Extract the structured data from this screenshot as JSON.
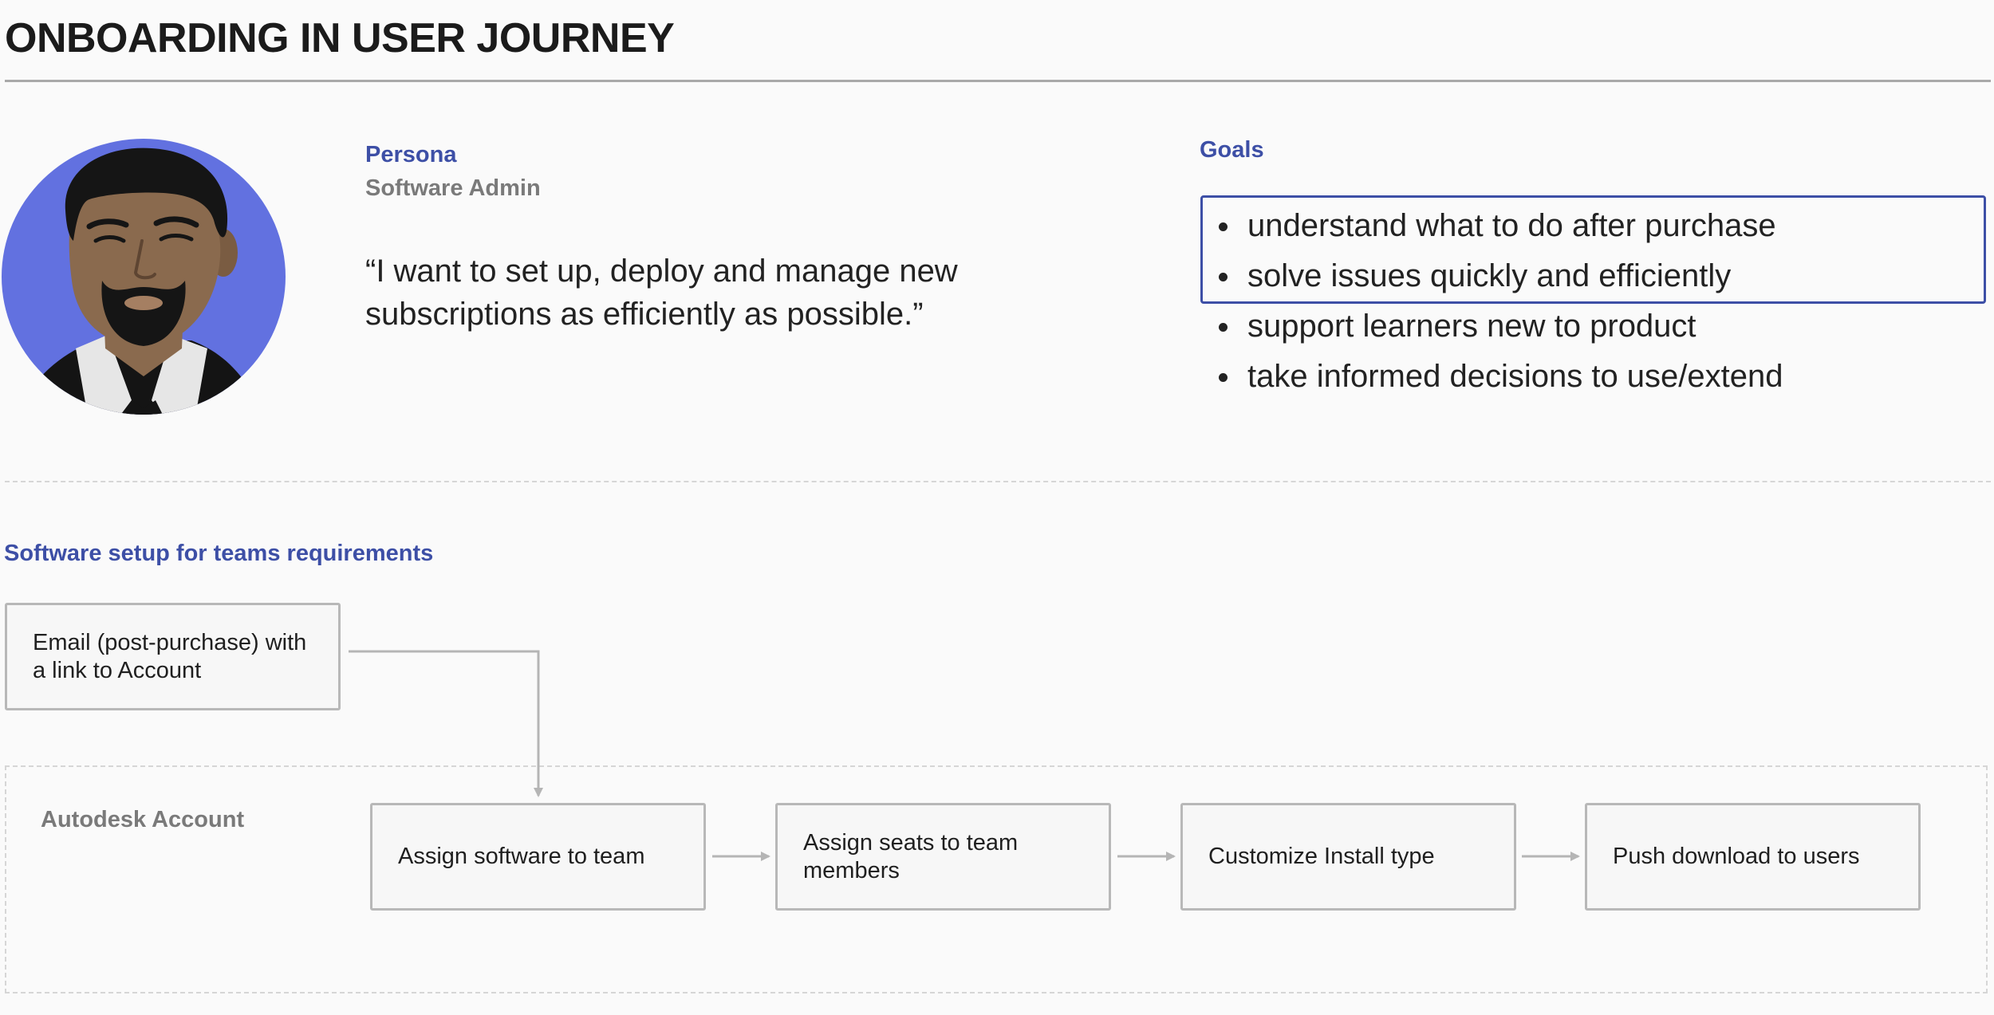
{
  "header": {
    "title": "ONBOARDING IN USER JOURNEY"
  },
  "persona": {
    "label": "Persona",
    "role": "Software Admin",
    "quote": "“I want to set up, deploy and manage new subscriptions as efficiently as possible.”",
    "avatar_icon": "persona-avatar-illustration",
    "avatar_bg": "#6271e0"
  },
  "goals": {
    "label": "Goals",
    "items": [
      "understand what to do after purchase",
      "solve issues quickly and efficiently",
      "support learners new to product",
      "take informed decisions to use/extend"
    ],
    "highlight_color": "#3d4fa6"
  },
  "flow": {
    "section_label": "Software setup for teams requirements",
    "entry_step": "Email (post-purchase) with a link to Account",
    "container_label": "Autodesk Account",
    "steps": [
      "Assign software to team",
      "Assign seats to team members",
      "Customize Install type",
      "Push download to users"
    ],
    "connector_color": "#b5b5b5"
  },
  "colors": {
    "accent": "#3d4fa6",
    "muted_text": "#7a7a7a",
    "background": "#fafafa"
  }
}
